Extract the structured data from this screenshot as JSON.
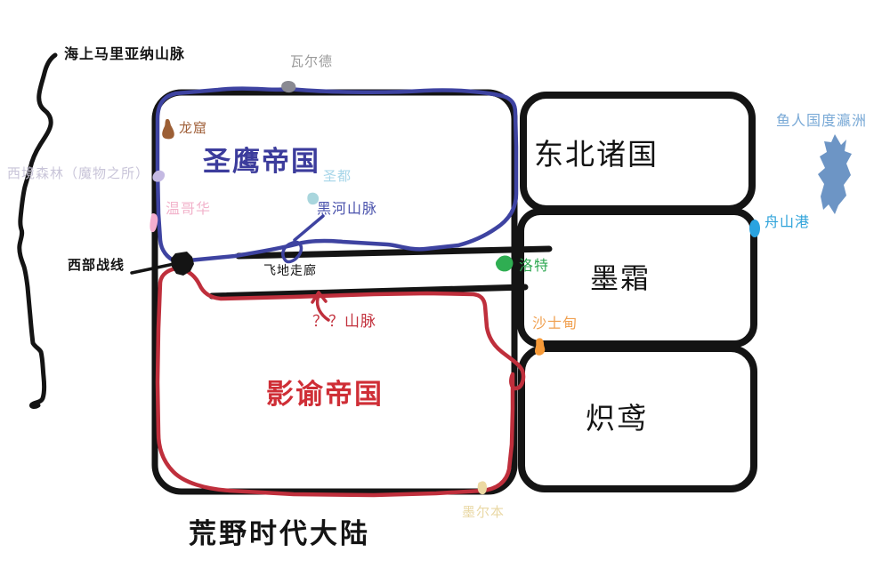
{
  "title": "荒野时代大陆",
  "territories": {
    "holy_eagle": "圣鹰帝国",
    "shadow": "影谕帝国",
    "northeast": "东北诸国",
    "moshuang": "墨霜",
    "chiyuan": "炽鸢",
    "fishman": "鱼人国度瀛洲"
  },
  "features": {
    "sea_mariana": "海上马里亚纳山脉",
    "west_forest": "西境森林（魔物之所）",
    "black_river": "黑河山脉",
    "unknown_mountains": "？？山脉",
    "western_front": "西部战线",
    "enclave_corridor": "飞地走廊"
  },
  "places": {
    "valde": "瓦尔德",
    "longku": "龙窟",
    "shengdu": "圣都",
    "vancouver": "温哥华",
    "luote": "洛特",
    "shashidian": "沙士甸",
    "zhoushan_port": "舟山港",
    "melbourne": "墨尔本"
  },
  "colors": {
    "ink": "#141414",
    "empire_blue": "#3e43a1",
    "empire_red": "#bf2f3c",
    "gray_marker": "#8a8a92",
    "brown_marker": "#9c5f35",
    "teal_marker": "#a9d6dd",
    "lavender_marker": "#c4b9e2",
    "pink_marker": "#f5aecf",
    "green_marker": "#2fae52",
    "orange_marker": "#f79a38",
    "island_fill": "#6d95c5",
    "cyan_marker": "#2aa3e0",
    "tan_marker": "#ecd9a2"
  }
}
